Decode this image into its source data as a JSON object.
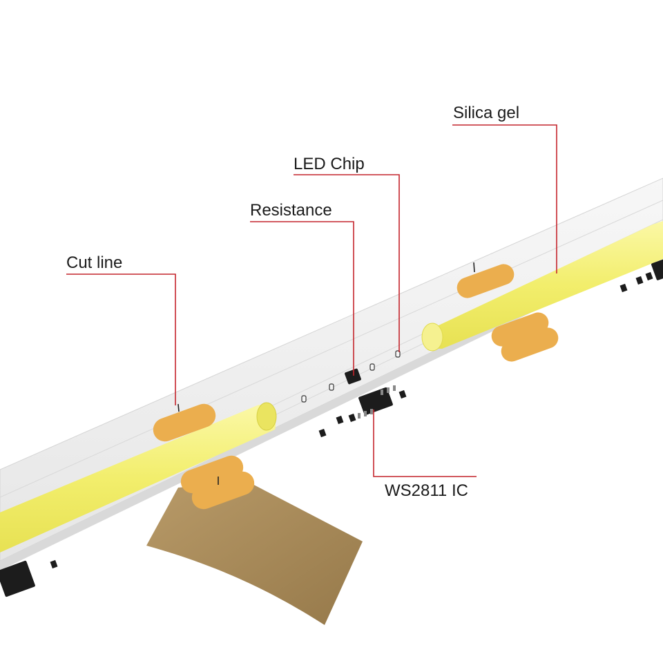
{
  "colors": {
    "background": "#ffffff",
    "pcb": "#eeeeee",
    "pcb_edge": "#cfcfcf",
    "silica_gel": "#f3ef73",
    "pads": "#ebae4e",
    "leader": "#c4232b",
    "components": "#1c1c1c",
    "backing_tape": "#a8895a",
    "label_text": "#1a1a1a"
  },
  "callouts": [
    {
      "id": "silica-gel",
      "text": "Silica gel"
    },
    {
      "id": "led-chip",
      "text": "LED Chip"
    },
    {
      "id": "resistance",
      "text": "Resistance"
    },
    {
      "id": "cut-line",
      "text": "Cut line"
    },
    {
      "id": "ws2811-ic",
      "text": "WS2811 IC"
    }
  ]
}
